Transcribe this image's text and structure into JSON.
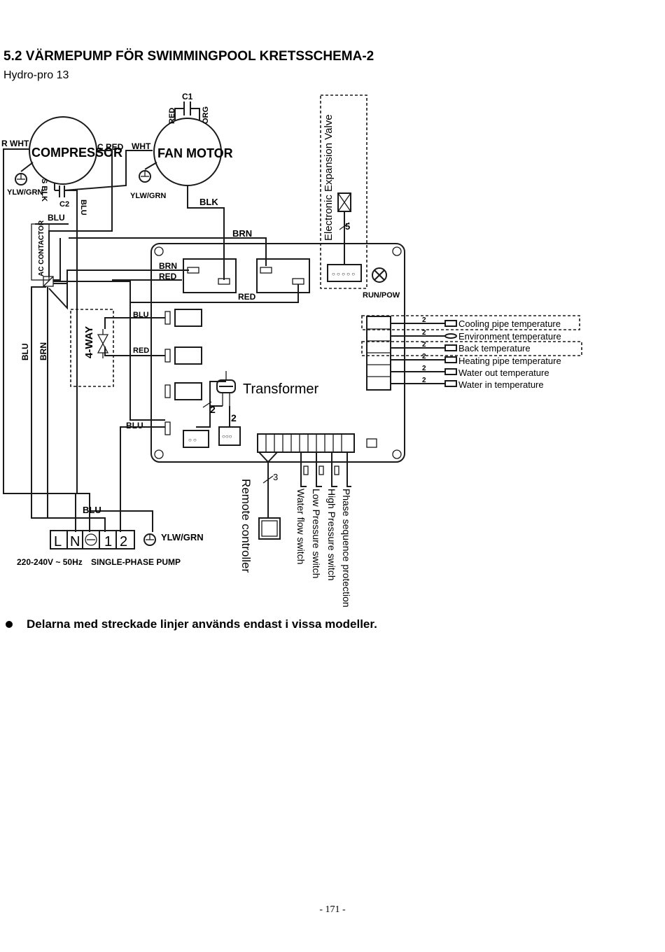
{
  "title": "5.2 VÄRMEPUMP FÖR SWIMMINGPOOL KRETSSCHEMA-2",
  "subtitle": "Hydro-pro 13",
  "labels": {
    "compressor": "COMPRESSOR",
    "fan_motor": "FAN MOTOR",
    "r_wht": "R WHT",
    "c_red": "C RED",
    "wht": "WHT",
    "c1": "C1",
    "red_cap": "RED",
    "org": "ORG",
    "ylw_grn_comp": "YLW/GRN",
    "ylw_grn_fan": "YLW/GRN",
    "s_blk": "S BLK",
    "c2": "C2",
    "blu_c2": "BLU",
    "blu_contactor": "BLU",
    "blk_fan": "BLK",
    "ac_contactor": "AC CONTACTOR",
    "brn_top": "BRN",
    "brn_board": "BRN",
    "red_board": "RED",
    "red_bottom": "RED",
    "eev": "Electronic Expansion Valve",
    "eev_count": "5",
    "run_pow": "RUN/POW",
    "blu_4way": "BLU",
    "red_4way": "RED",
    "four_way": "4-WAY",
    "blu_left": "BLU",
    "brn_left": "BRN",
    "blu_relay": "BLU",
    "transformer": "Transformer",
    "transformer_count_a": "2",
    "transformer_count_b": "2",
    "blu_terminal": "BLU",
    "ylw_grn_terminal": "YLW/GRN",
    "term_l": "L",
    "term_n": "N",
    "term_1": "1",
    "term_2": "2",
    "supply": "220-240V ~ 50Hz",
    "pump": "SINGLE-PHASE PUMP",
    "remote_controller": "Remote controller",
    "remote_count": "3",
    "water_flow": "Water flow switch",
    "low_pressure": "Low Pressure  switch",
    "high_pressure": "High Pressure  switch",
    "phase_seq": "Phase sequence protection",
    "sensor_count": "2"
  },
  "sensors": [
    "Cooling pipe temperature",
    "Environment temperature",
    "Back temperature",
    "Heating pipe temperature",
    "Water out temperature",
    "Water in temperature"
  ],
  "note": "Delarna med streckade linjer används endast i vissa modeller.",
  "page_number": "- 171 -"
}
